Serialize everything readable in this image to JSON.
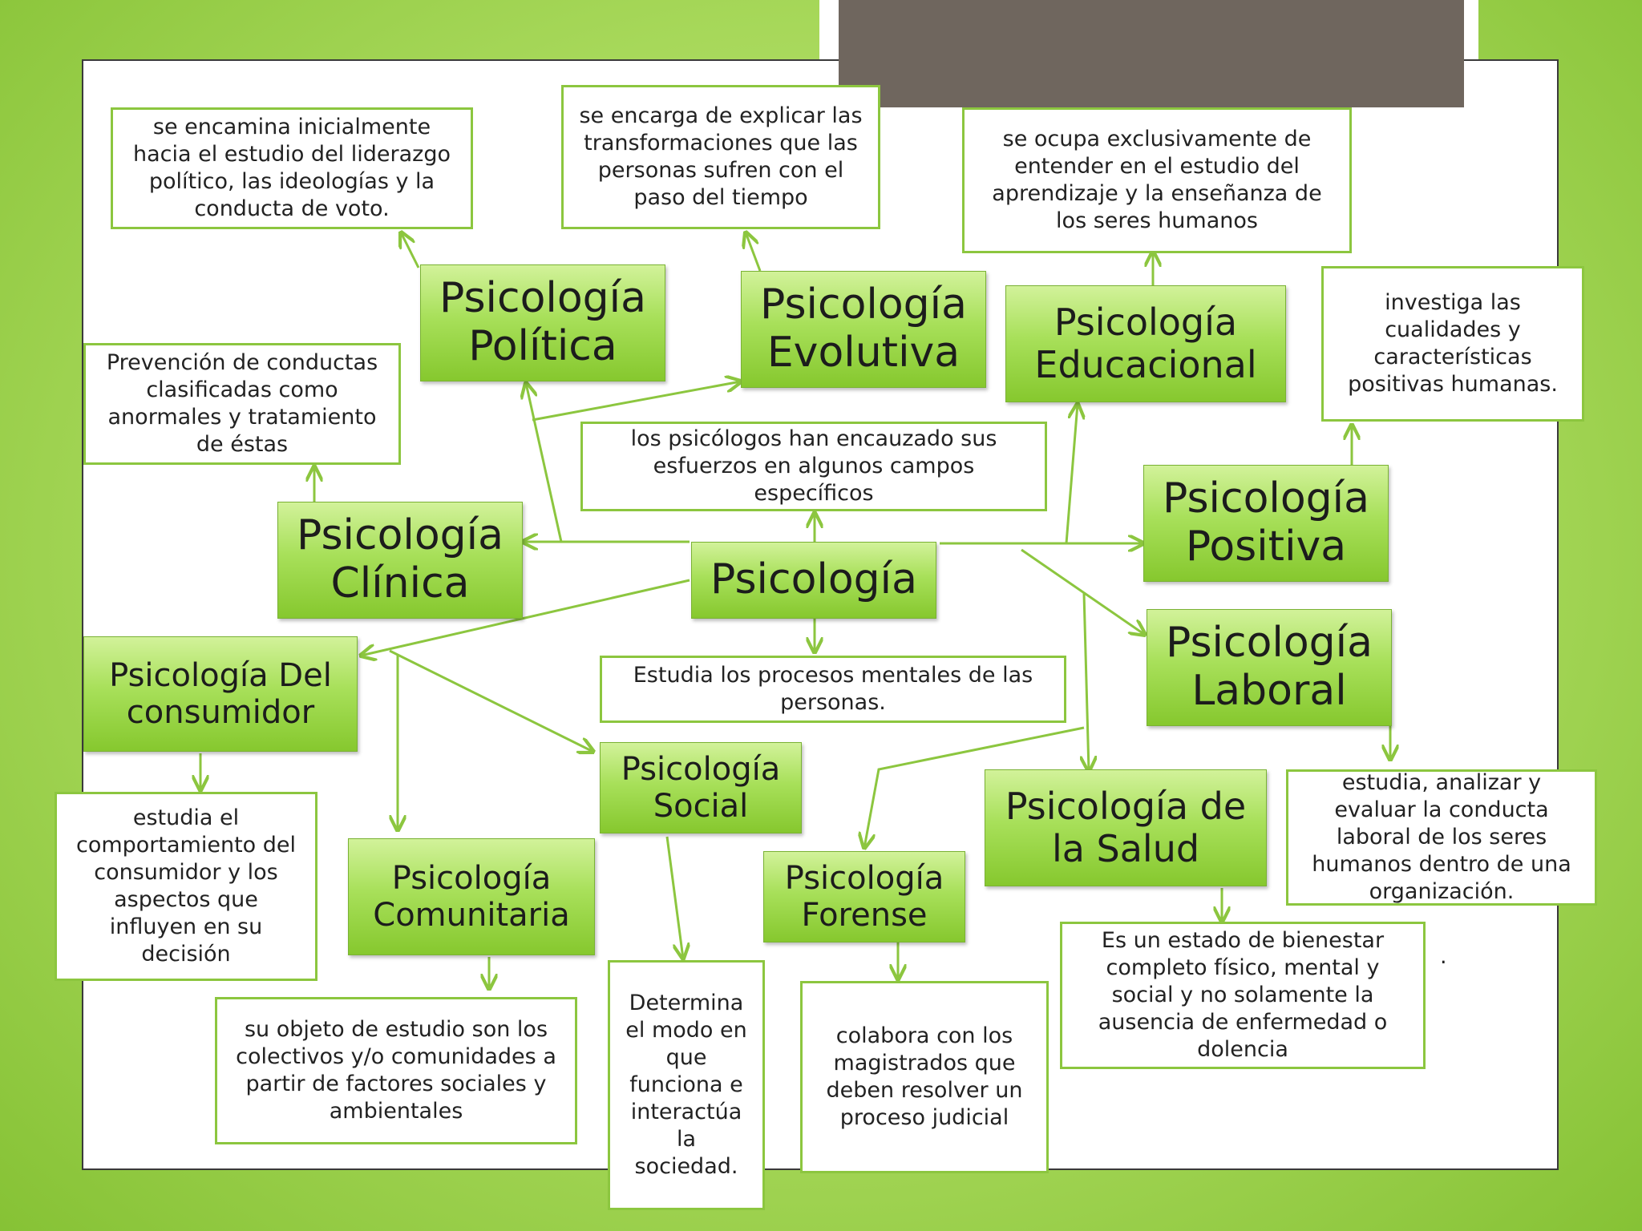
{
  "colors": {
    "accent": "#8cc63f",
    "node_gradient_top": "#d2f29a",
    "node_gradient_bottom": "#86c82e",
    "title_bar": "#6f665e"
  },
  "center": {
    "label": "Psicología"
  },
  "intro_text": "los psicólogos han encauzado sus esfuerzos en algunos campos específicos",
  "definition_text": "Estudia los procesos mentales de las personas.",
  "branches": {
    "politica": {
      "label": "Psicología Política",
      "description": "se encamina inicialmente hacia el estudio del liderazgo político, las ideologías y la conducta de voto."
    },
    "evolutiva": {
      "label": "Psicología Evolutiva",
      "description": "se encarga de explicar las transformaciones que las personas sufren con el paso del tiempo"
    },
    "educacional": {
      "label": "Psicología Educacional",
      "description": "se ocupa exclusivamente de entender en el estudio del aprendizaje y la enseñanza de los seres humanos"
    },
    "positiva": {
      "label": "Psicología Positiva",
      "description": "investiga las cualidades y características positivas humanas."
    },
    "clinica": {
      "label": "Psicología Clínica",
      "description": "Prevención de conductas clasificadas como anormales y tratamiento de éstas"
    },
    "consumidor": {
      "label": "Psicología Del consumidor",
      "description": "estudia el comportamiento del consumidor y los aspectos que influyen en su decisión"
    },
    "comunitaria": {
      "label": "Psicología Comunitaria",
      "description": "su objeto de estudio son los colectivos y/o comunidades a partir de factores sociales y ambientales"
    },
    "social": {
      "label": "Psicología Social",
      "description": "Determina el modo en que funciona e interactúa la sociedad."
    },
    "forense": {
      "label": "Psicología Forense",
      "description": "colabora con los magistrados que deben resolver un proceso judicial"
    },
    "salud": {
      "label": "Psicología de la Salud",
      "description": "Es un estado de bienestar completo físico, mental y social y no solamente la ausencia de enfermedad o dolencia"
    },
    "laboral": {
      "label": "Psicología Laboral",
      "description": "estudia, analizar y evaluar la conducta laboral de los seres humanos dentro de una organización."
    }
  },
  "stray_mark": "."
}
